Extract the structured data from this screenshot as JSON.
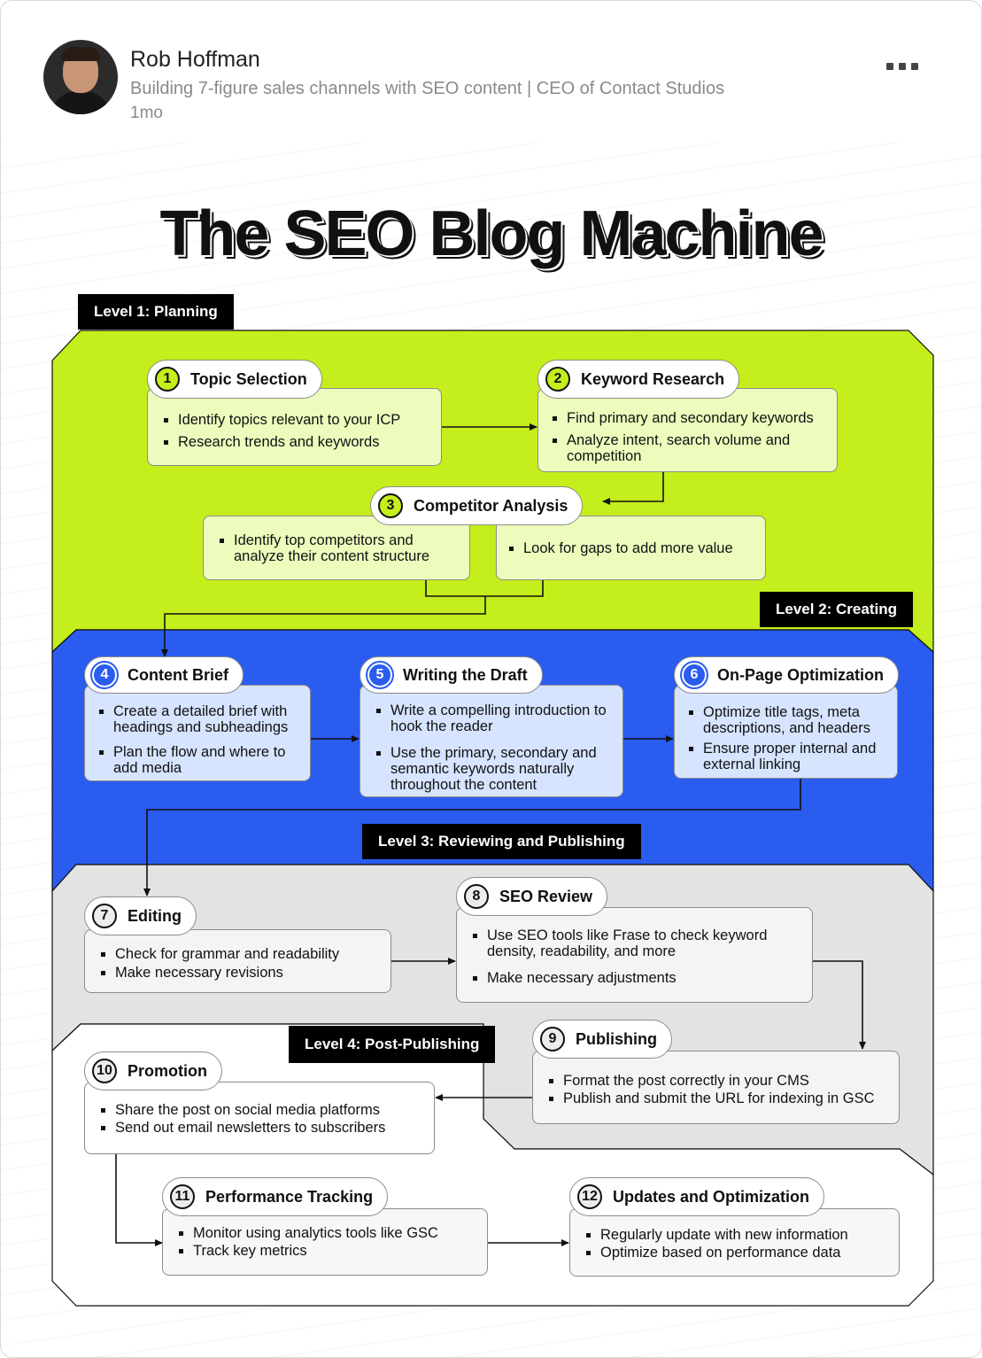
{
  "post": {
    "author": "Rob Hoffman",
    "headline": "Building 7-figure sales channels with SEO content | CEO of Contact Studios",
    "time": "1mo",
    "menu_icon": "more-options-icon"
  },
  "infographic": {
    "title": "The SEO Blog Machine",
    "colors": {
      "planning": "#c4ee1c",
      "creating": "#2a5cf0",
      "reviewing": "#e3e3e3",
      "post_publishing": "#ffffff"
    },
    "levels": [
      {
        "label": "Level 1: Planning"
      },
      {
        "label": "Level 2: Creating"
      },
      {
        "label": "Level 3: Reviewing and Publishing"
      },
      {
        "label": "Level 4: Post-Publishing"
      }
    ],
    "steps": [
      {
        "num": "1",
        "title": "Topic Selection",
        "bullets": [
          "Identify topics relevant to your ICP",
          "Research trends and keywords"
        ]
      },
      {
        "num": "2",
        "title": "Keyword Research",
        "bullets": [
          "Find primary and secondary keywords",
          "Analyze intent, search volume and competition"
        ]
      },
      {
        "num": "3",
        "title": "Competitor Analysis",
        "bullets": [
          "Identify top competitors and analyze their content structure",
          "Look for gaps to add more value"
        ]
      },
      {
        "num": "4",
        "title": "Content Brief",
        "bullets": [
          "Create a detailed brief with headings and subheadings",
          "Plan the flow and where to add media"
        ]
      },
      {
        "num": "5",
        "title": "Writing the Draft",
        "bullets": [
          "Write a compelling introduction to hook the reader",
          "Use the primary, secondary and semantic keywords naturally throughout the content"
        ]
      },
      {
        "num": "6",
        "title": "On-Page Optimization",
        "bullets": [
          "Optimize title tags, meta descriptions, and headers",
          "Ensure proper internal and external linking"
        ]
      },
      {
        "num": "7",
        "title": "Editing",
        "bullets": [
          "Check for grammar and readability",
          "Make necessary revisions"
        ]
      },
      {
        "num": "8",
        "title": "SEO Review",
        "bullets": [
          "Use SEO tools like Frase to check keyword density, readability, and more",
          "Make necessary adjustments"
        ]
      },
      {
        "num": "9",
        "title": "Publishing",
        "bullets": [
          "Format the post correctly in your CMS",
          "Publish and submit the URL for indexing in GSC"
        ]
      },
      {
        "num": "10",
        "title": "Promotion",
        "bullets": [
          "Share the post on social media platforms",
          "Send out email newsletters to subscribers"
        ]
      },
      {
        "num": "11",
        "title": "Performance Tracking",
        "bullets": [
          "Monitor using analytics tools like GSC",
          "Track key metrics"
        ]
      },
      {
        "num": "12",
        "title": "Updates and Optimization",
        "bullets": [
          "Regularly update with new information",
          "Optimize based on performance data"
        ]
      }
    ]
  }
}
